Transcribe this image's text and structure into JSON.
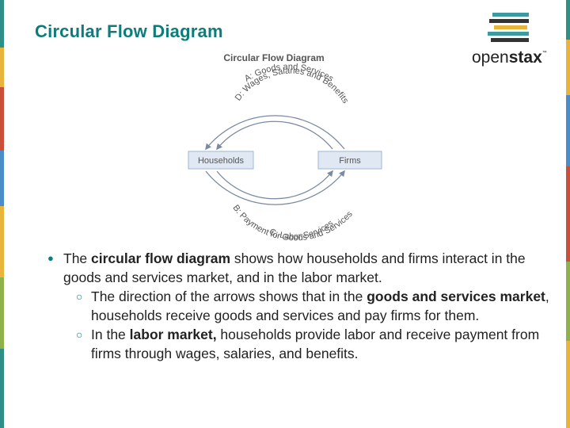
{
  "slide": {
    "title": "Circular Flow Diagram"
  },
  "logo": {
    "text_pre": "open",
    "text_bold": "stax",
    "trademark": "™"
  },
  "diagram": {
    "title": "Circular Flow Diagram",
    "households_label": "Households",
    "firms_label": "Firms",
    "flow_a": "A: Goods and Services",
    "flow_d": "D: Wages, Salaries and Benefits",
    "flow_c": "C: Labor Services",
    "flow_b": "B: Payment for Goods and Services",
    "colors": {
      "box_fill": "#dfe8f3",
      "box_border": "#9fb6d6",
      "arrow": "#7a8aa0",
      "text": "#555555"
    }
  },
  "bullets": {
    "b1_pre": "The ",
    "b1_bold": "circular flow diagram",
    "b1_post": " shows how households and firms interact in the goods and services market, and in the labor market.",
    "b2_pre": "The direction of the arrows shows that in the ",
    "b2_bold": "goods and services market",
    "b2_post": ", households receive goods and services and pay firms for them.",
    "b3_pre": "In the ",
    "b3_bold": "labor market,",
    "b3_post": " households provide labor and receive payment from firms through wages, salaries, and benefits."
  },
  "theme": {
    "title_color": "#0e7c7b",
    "bar_colors": [
      "#e9b43c",
      "#2f8f86",
      "#c94f3b",
      "#4b8dc9",
      "#8fb24c"
    ]
  }
}
